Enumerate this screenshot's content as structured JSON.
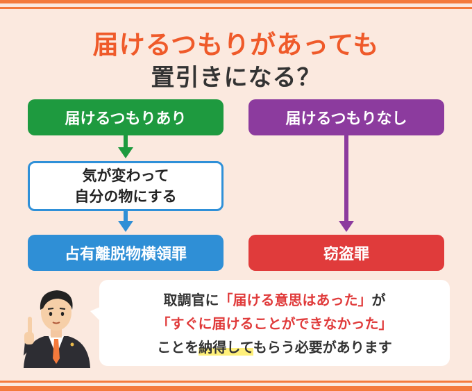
{
  "title": {
    "line1": "届けるつもりがあっても",
    "line2": "置引きになる？"
  },
  "flow": {
    "left_top": "届けるつもりあり",
    "left_middle_line1": "気が変わって",
    "left_middle_line2": "自分の物にする",
    "left_bottom": "占有離脱物横領罪",
    "right_top": "届けるつもりなし",
    "right_bottom": "窃盗罪"
  },
  "bubble": {
    "row1_pre": "取調官に",
    "row1_quote": "「届ける意思はあった」",
    "row1_post": "が",
    "row2_quote": "「すぐに届けることができなかった」",
    "row3_pre": "ことを",
    "row3_marked": "納得して",
    "row3_post": "もらう必要があります"
  },
  "colors": {
    "accent_orange": "#f47a3c",
    "title_orange": "#ef5a2a",
    "green": "#1e9a3f",
    "purple": "#8c3b9e",
    "blue": "#2f8fd6",
    "red": "#e03b3b",
    "background": "#fbe9df"
  }
}
